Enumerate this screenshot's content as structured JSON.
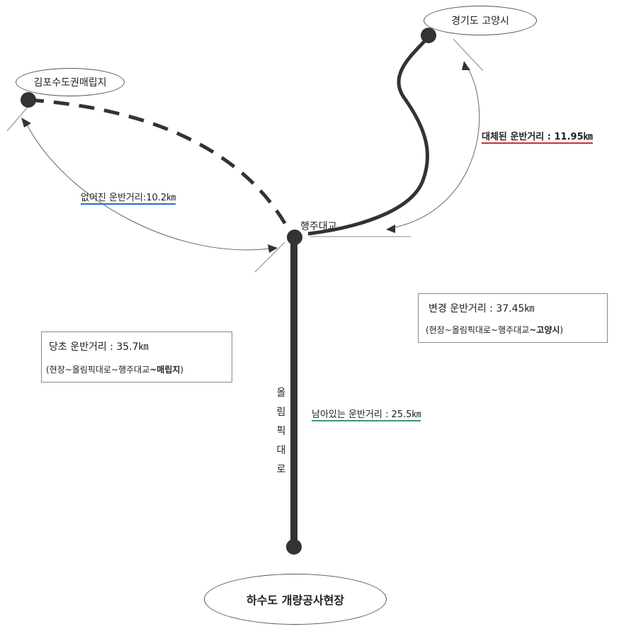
{
  "nodes": {
    "gimpo": "김포수도권매립지",
    "goyang": "경기도 고양시",
    "haengju": "행주대교",
    "site": "하수도 개량공사현장"
  },
  "road_label_chars": [
    "올",
    "림",
    "픽",
    "대",
    "로"
  ],
  "distances": {
    "removed": "없어진 운반거리:10.2㎞",
    "replaced": "대체된 운반거리 : 11.95㎞",
    "remaining": "남아있는 운반거리 : 25.5㎞"
  },
  "boxes": {
    "original": {
      "title": "당초 운반거리 : 35.7㎞",
      "route_prefix": "(현장~올림픽대로~행주대교",
      "route_dest": "~매립지",
      "route_suffix": ")"
    },
    "changed": {
      "title": "변경 운반거리 : 37.45㎞",
      "route_prefix": "(현장~올림픽대로~행주대교",
      "route_dest": "~고양시",
      "route_suffix": ")"
    }
  },
  "colors": {
    "line": "#333333",
    "removed_underline": "#1e6fd0",
    "replaced_underline": "#d0302b",
    "remaining_underline": "#3a9a6a"
  }
}
